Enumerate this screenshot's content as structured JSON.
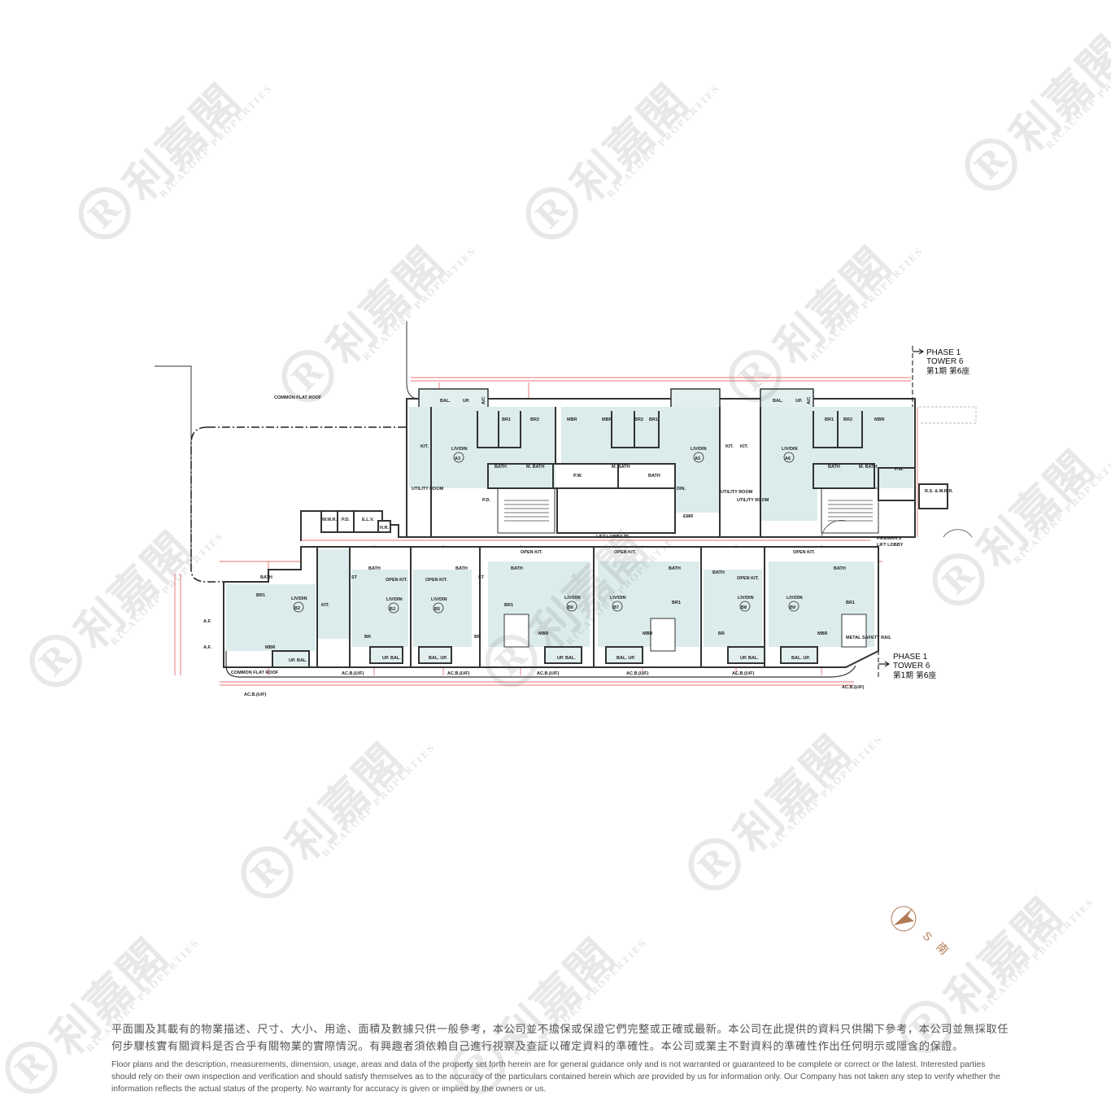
{
  "watermark": {
    "cn": "利嘉閣",
    "en": "RICACORP PROPERTIES",
    "logo": "R"
  },
  "plan": {
    "common_flat_roof": "COMMON FLAT ROOF",
    "lift_lobby": "LIFT LOBBY T5",
    "firemans_lift_lobby": [
      "FIREMAN'S",
      "LIFT LOBBY"
    ],
    "phase_label_top": [
      "PHASE 1",
      "TOWER 6",
      "第1期 第6座"
    ],
    "phase_label_bottom": [
      "PHASE 1",
      "TOWER 6",
      "第1期 第6座"
    ],
    "service_rooms": {
      "wmr": "W.M.R.",
      "pd": "P.D.",
      "elv": "E.L.V.",
      "hr": "H.R.",
      "emr": "EMR",
      "rs_mrr": "R.S. & M.R.R.",
      "pw": "P.W."
    },
    "units_upper": [
      {
        "id": "A3",
        "liv": "LIV/DIN",
        "rooms": [
          "BAL.",
          "UP.",
          "A/C",
          "BR1",
          "BR2",
          "MBR",
          "KIT.",
          "UTILITY ROOM",
          "BATH",
          "M. BATH"
        ]
      },
      {
        "id": "A5",
        "liv": "LIV/DIN",
        "rooms": [
          "MBR",
          "BR2",
          "BR1",
          "M. BATH",
          "BATH",
          "KIT.",
          "UTILITY ROOM",
          "DIN."
        ]
      },
      {
        "id": "A6",
        "liv": "LIV/DIN",
        "rooms": [
          "BAL.",
          "UP.",
          "A/C",
          "BR1",
          "BR2",
          "MBR",
          "KIT.",
          "UTILITY ROOM",
          "BATH",
          "M. BATH"
        ]
      }
    ],
    "units_lower": [
      {
        "id": "B2",
        "liv": "LIV/DIN",
        "rooms": [
          "BATH",
          "BR1",
          "MBR",
          "KIT.",
          "UP.",
          "BAL."
        ]
      },
      {
        "id": "B3",
        "liv": "LIV/DIN",
        "rooms": [
          "BATH",
          "ST",
          "OPEN KIT.",
          "BR"
        ]
      },
      {
        "id": "B5",
        "liv": "LIV/DIN",
        "rooms": [
          "BATH",
          "ST",
          "OPEN KIT.",
          "BR"
        ]
      },
      {
        "id": "B6",
        "liv": "LIV/DIN",
        "rooms": [
          "OPEN KIT.",
          "BATH",
          "BR1",
          "MBR"
        ]
      },
      {
        "id": "B7",
        "liv": "LIV/DIN",
        "rooms": [
          "OPEN KIT.",
          "BATH",
          "BR1",
          "MBR"
        ]
      },
      {
        "id": "B8",
        "liv": "LIV/DIN",
        "rooms": [
          "BATH",
          "OPEN KIT.",
          "BR"
        ]
      },
      {
        "id": "B9",
        "liv": "LIV/DIN",
        "rooms": [
          "OPEN KIT.",
          "BATH",
          "BR1",
          "MBR"
        ]
      }
    ],
    "annotations": {
      "acb": "AC.B.(U/F)",
      "af": "A.F.",
      "metal_rail": "METAL SAFETY RAIL",
      "common_roof_small": "COMMON FLAT ROOF",
      "up_bal": "UP. BAL.",
      "bal_up": "BAL. UP."
    }
  },
  "compass": {
    "letter": "S",
    "cn": "南",
    "color": "#b07a55"
  },
  "disclaimer": {
    "cn_line1": "平面圖及其載有的物業描述、尺寸、大小、用途、面積及數據只供一般參考，本公司並不擔保或保證它們完整或正確或最新。本公司在此提供的資料只供閣下參考，本公司並無採取任",
    "cn_line2": "何步驟核實有關資料是否合乎有關物業的實際情況。有興趣者須依賴自己進行視察及查証以確定資料的準確性。本公司或業主不對資料的準確性作出任何明示或隱含的保證。",
    "en": "Floor plans and the description, measurements, dimension, usage, areas and data of the property set forth herein are for general guidance only and is not warranted or guaranteed to be complete or correct or the latest. Interested parties should rely on their own inspection and verification and should satisfy themselves as to the accuracy of the particulars contained herein which are provided by us for information only.  Our Company has not taken any step to verify whether the information reflects the actual status of the property.  No warranty for accuracy is given or implied by the owners or us."
  }
}
